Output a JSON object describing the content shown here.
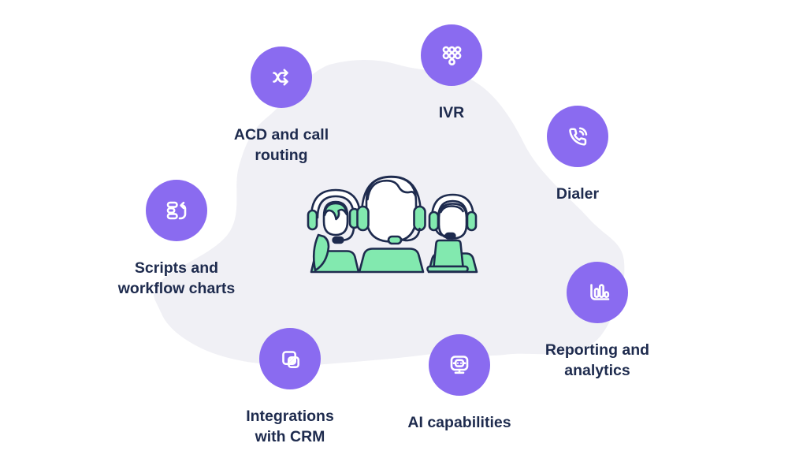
{
  "colors": {
    "purple": "#8a6bf0",
    "blob": "#f0f0f5",
    "navy": "#1e2b4e",
    "green": "#82e9af",
    "white": "#ffffff"
  },
  "features": [
    {
      "id": "acd-routing",
      "label": "ACD and call\nrouting",
      "icon": "shuffle-icon"
    },
    {
      "id": "ivr",
      "label": "IVR",
      "icon": "keypad-icon"
    },
    {
      "id": "dialer",
      "label": "Dialer",
      "icon": "phone-icon"
    },
    {
      "id": "scripts",
      "label": "Scripts and\nworkflow charts",
      "icon": "workflow-icon"
    },
    {
      "id": "reporting",
      "label": "Reporting and\nanalytics",
      "icon": "bar-chart-icon"
    },
    {
      "id": "integrations",
      "label": "Integrations\nwith CRM",
      "icon": "overlap-squares-icon"
    },
    {
      "id": "ai",
      "label": "AI capabilities",
      "icon": "robot-icon"
    }
  ],
  "illustration": {
    "name": "call-center-agents"
  }
}
